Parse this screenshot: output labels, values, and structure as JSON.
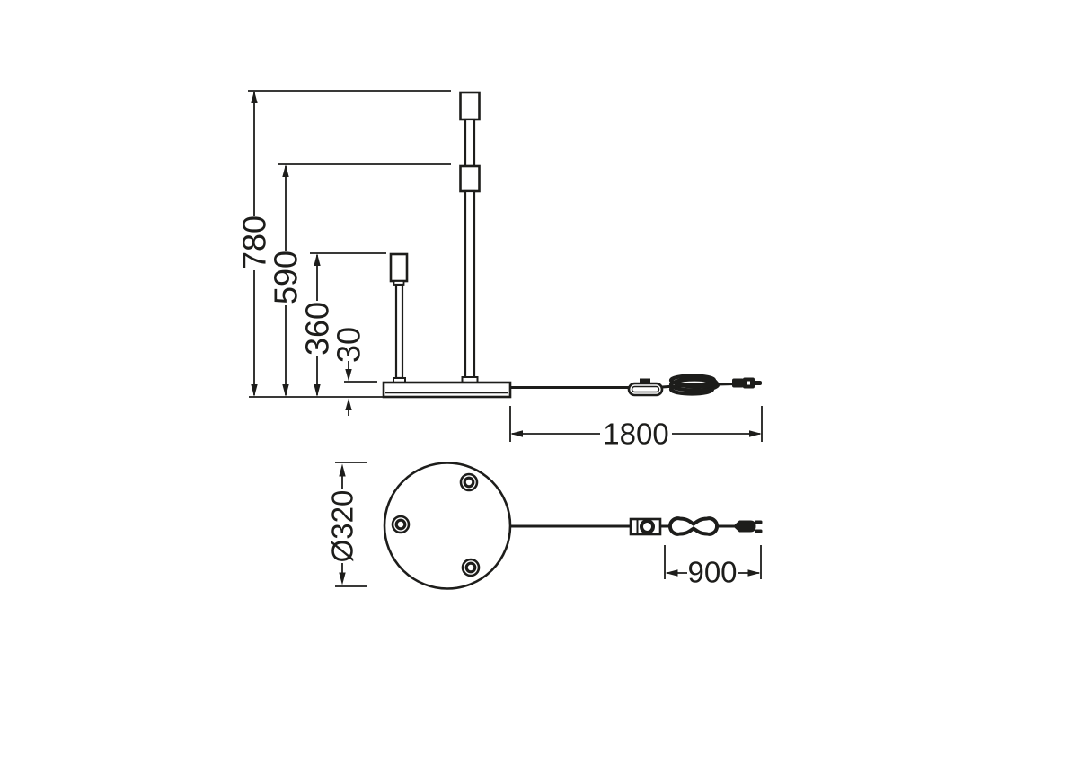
{
  "colors": {
    "line": "#1d1d1b",
    "background": "#ffffff"
  },
  "dimensions": {
    "total_height": "780",
    "second_socket_height": "590",
    "small_pole_height": "360",
    "base_thickness": "30",
    "cord_length": "1800",
    "base_diameter": "Ø320",
    "plug_section_length": "900"
  }
}
